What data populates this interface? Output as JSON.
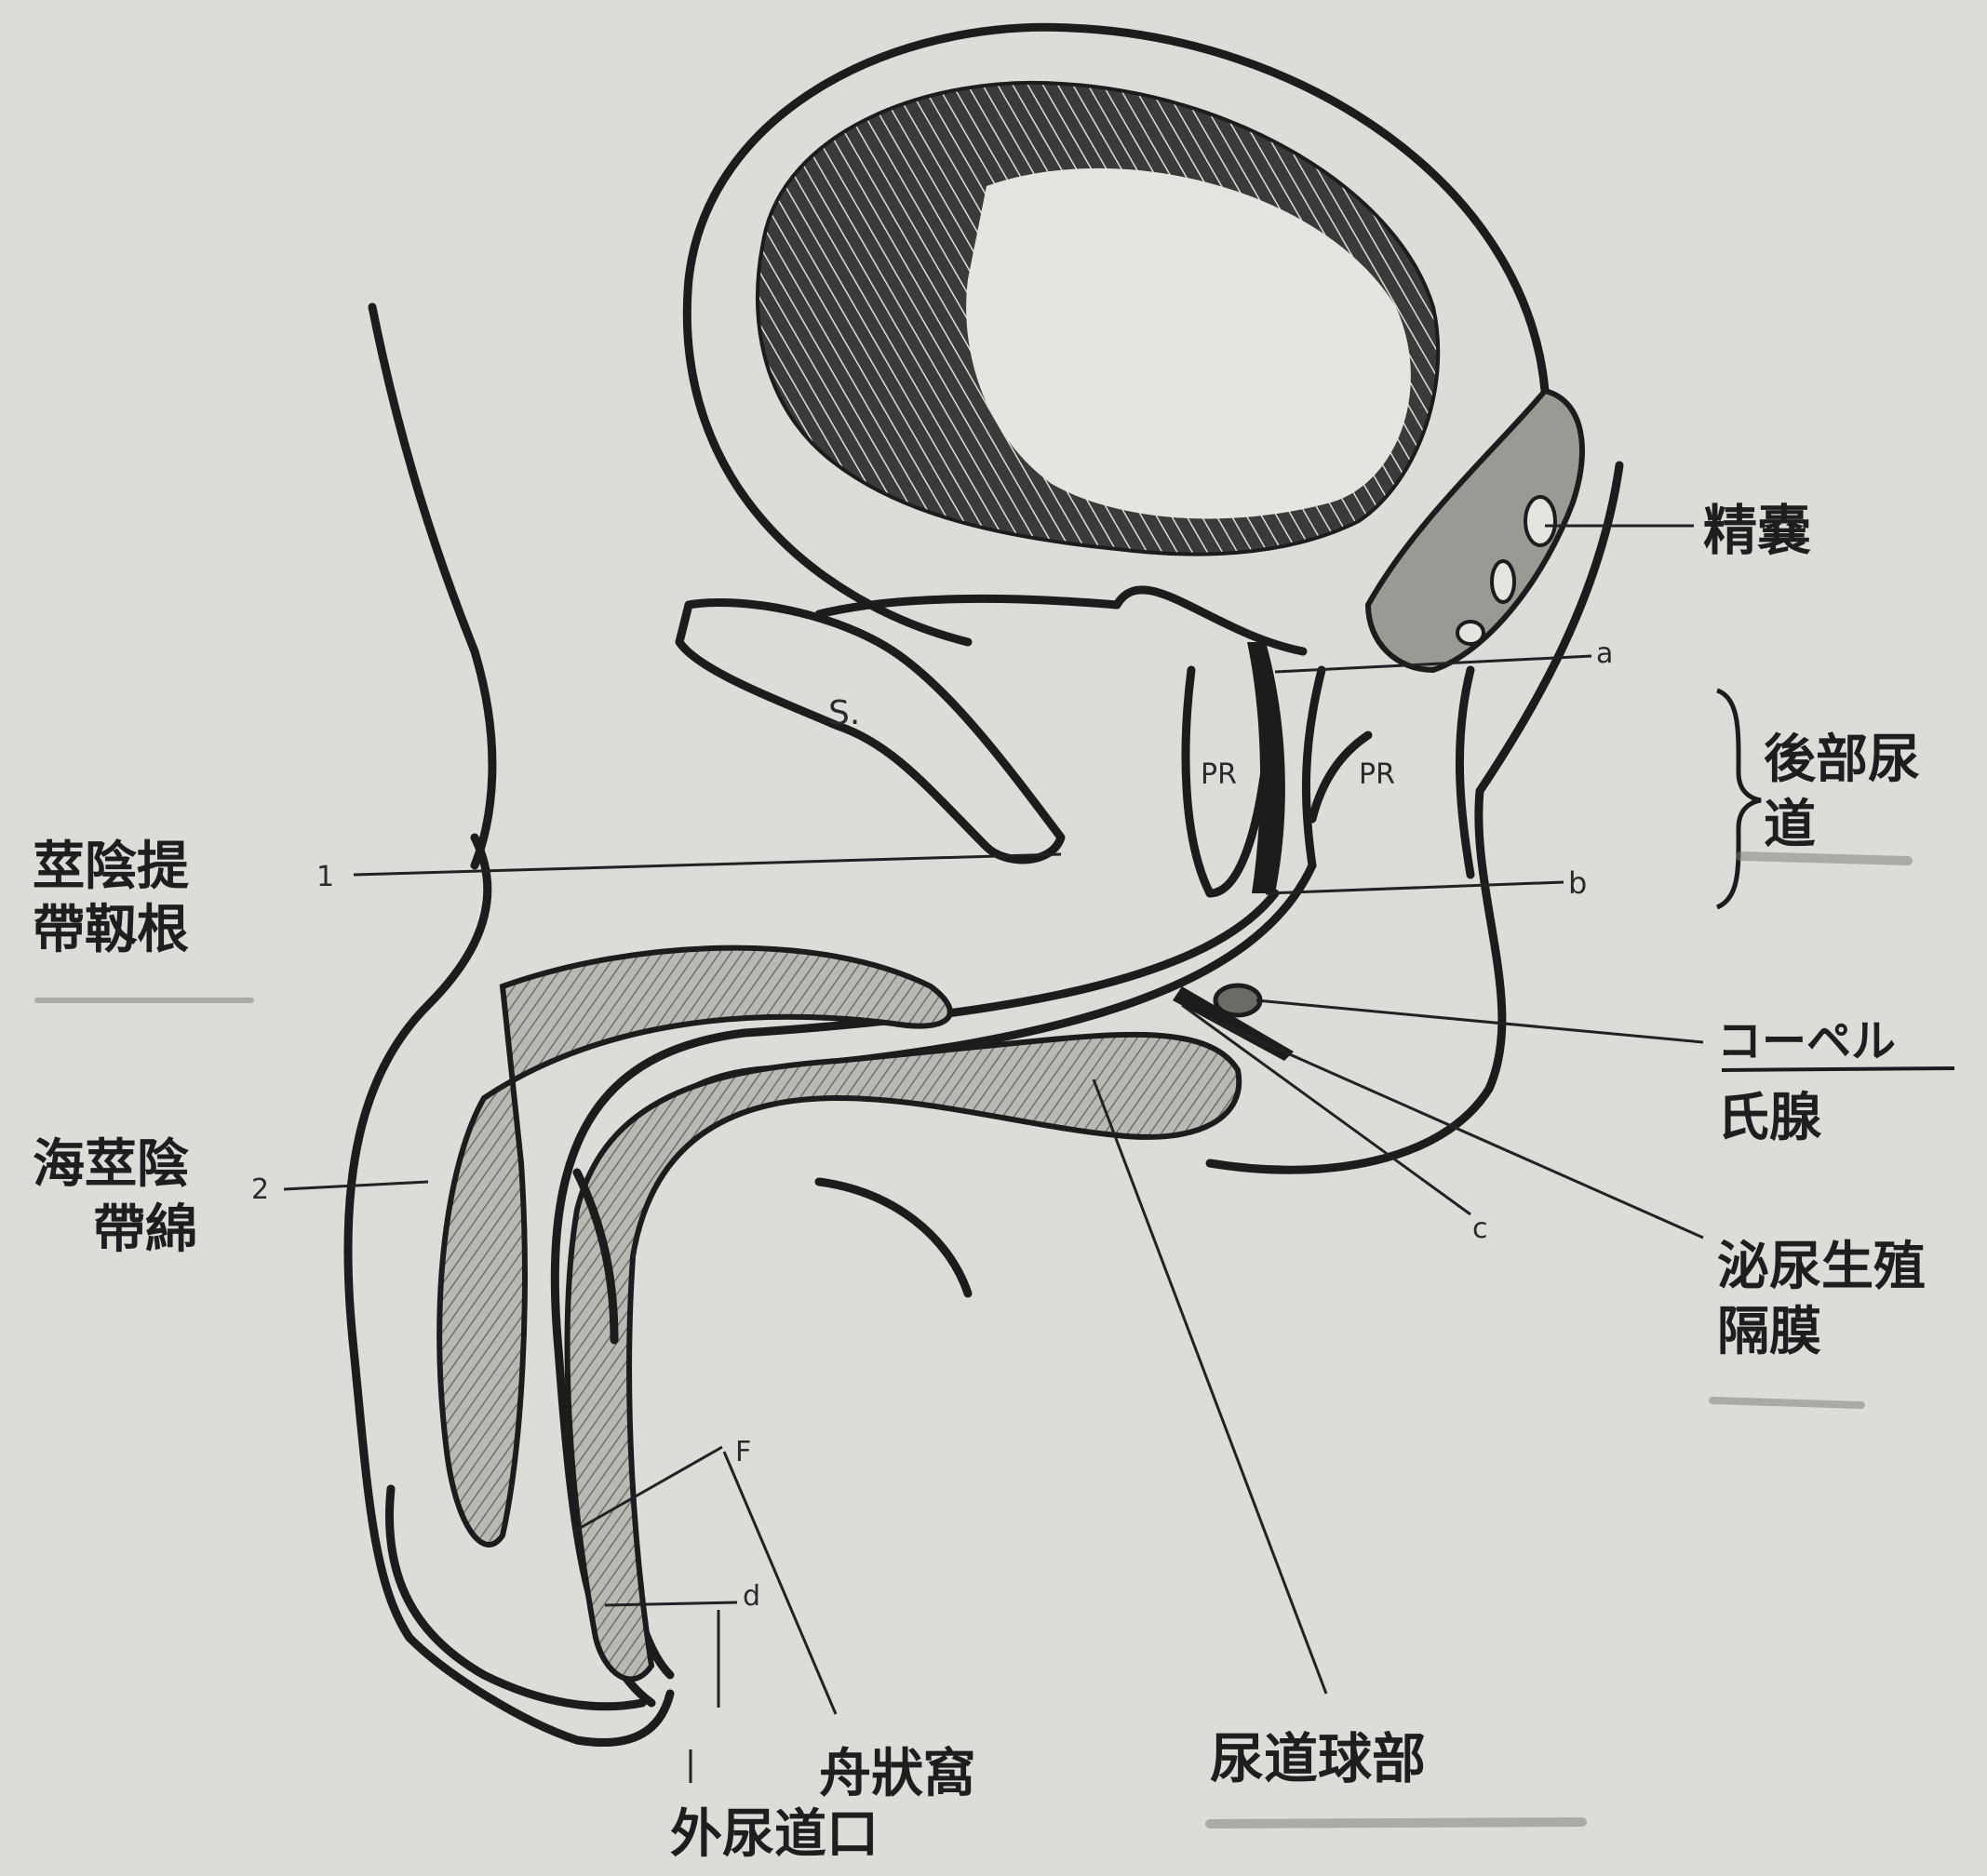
{
  "labels": {
    "seminal_vesicle": "精嚢",
    "posterior_urethra_1": "後部尿",
    "posterior_urethra_2": "道",
    "suspensory_ligament_1": "莖陰提",
    "suspensory_ligament_2": "帶靱根",
    "cavernous_body_1": "海莖陰",
    "cavernous_body_2": "帶綿",
    "cowper_gland_1": "コーペル",
    "cowper_gland_2": "氏腺",
    "urogenital_diaphragm_1": "泌尿生殖",
    "urogenital_diaphragm_2": "隔膜",
    "bulbous_urethra": "尿道球部",
    "navicular_fossa": "舟狀窩",
    "external_meatus": "外尿道口"
  },
  "markers": {
    "a": "a",
    "b": "b",
    "c": "c",
    "d": "d",
    "F": "F",
    "S": "S.",
    "PR_left": "PR",
    "PR_right": "PR",
    "one": "1",
    "two": "2"
  },
  "colors": {
    "background": "#dcdcd8",
    "ink": "#1c1c1c",
    "shade": "#8f8f8a"
  }
}
